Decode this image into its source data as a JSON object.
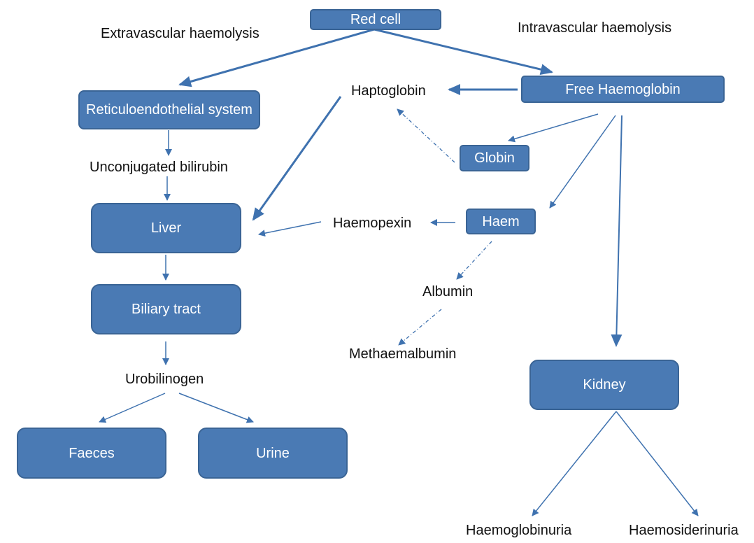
{
  "colors": {
    "box_fill": "#4a7ab4",
    "box_border": "#3a6495",
    "box_text": "#ffffff",
    "arrow": "#3f72af",
    "label_text": "#111111"
  },
  "nodes": {
    "red_cell": "Red cell",
    "reticuloendothelial_system": "Reticuloendothelial system",
    "free_haemoglobin": "Free Haemoglobin",
    "globin": "Globin",
    "liver": "Liver",
    "haem": "Haem",
    "biliary_tract": "Biliary tract",
    "kidney": "Kidney",
    "faeces": "Faeces",
    "urine": "Urine"
  },
  "labels": {
    "extravascular_haemolysis": "Extravascular haemolysis",
    "intravascular_haemolysis": "Intravascular haemolysis",
    "haptoglobin": "Haptoglobin",
    "unconjugated_bilirubin": "Unconjugated bilirubin",
    "haemopexin": "Haemopexin",
    "albumin": "Albumin",
    "methaemalbumin": "Methaemalbumin",
    "urobilinogen": "Urobilinogen",
    "haemoglobinuria": "Haemoglobinuria",
    "haemosiderinuria": "Haemosiderinuria"
  },
  "connections": [
    {
      "from": "Red cell",
      "to": "Reticuloendothelial system",
      "style": "solid"
    },
    {
      "from": "Red cell",
      "to": "Free Haemoglobin",
      "style": "solid"
    },
    {
      "from": "Free Haemoglobin",
      "to": "Haptoglobin",
      "style": "solid"
    },
    {
      "from": "Haptoglobin",
      "to": "Liver",
      "style": "solid"
    },
    {
      "from": "Globin",
      "to": "Haptoglobin",
      "style": "dashed"
    },
    {
      "from": "Free Haemoglobin",
      "to": "Globin",
      "style": "solid"
    },
    {
      "from": "Free Haemoglobin",
      "to": "Haem",
      "style": "solid"
    },
    {
      "from": "Free Haemoglobin",
      "to": "Kidney",
      "style": "solid"
    },
    {
      "from": "Reticuloendothelial system",
      "to": "Unconjugated bilirubin",
      "style": "solid"
    },
    {
      "from": "Unconjugated bilirubin",
      "to": "Liver",
      "style": "solid"
    },
    {
      "from": "Haem",
      "to": "Haemopexin",
      "style": "solid"
    },
    {
      "from": "Haemopexin",
      "to": "Liver",
      "style": "solid"
    },
    {
      "from": "Haem",
      "to": "Albumin",
      "style": "dashed"
    },
    {
      "from": "Albumin",
      "to": "Methaemalbumin",
      "style": "dashed"
    },
    {
      "from": "Liver",
      "to": "Biliary tract",
      "style": "solid"
    },
    {
      "from": "Biliary tract",
      "to": "Urobilinogen",
      "style": "solid"
    },
    {
      "from": "Urobilinogen",
      "to": "Faeces",
      "style": "solid"
    },
    {
      "from": "Urobilinogen",
      "to": "Urine",
      "style": "solid"
    },
    {
      "from": "Kidney",
      "to": "Haemoglobinuria",
      "style": "solid"
    },
    {
      "from": "Kidney",
      "to": "Haemosiderinuria",
      "style": "solid"
    }
  ]
}
